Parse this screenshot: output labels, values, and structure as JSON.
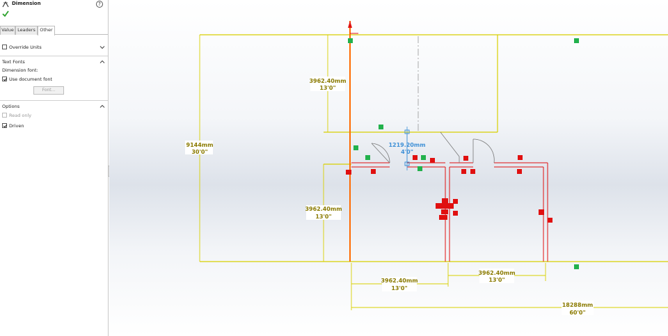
{
  "panel": {
    "title": "Dimension",
    "help_glyph": "?",
    "tabs": [
      "Value",
      "Leaders",
      "Other"
    ],
    "active_tab": "Other",
    "override_units": {
      "label": "Override Units",
      "checked": false
    },
    "text_fonts": {
      "header": "Text Fonts",
      "dimension_font_label": "Dimension font:",
      "use_document_font": {
        "label": "Use document font",
        "checked": true
      },
      "font_button": "Font..."
    },
    "options": {
      "header": "Options",
      "read_only": {
        "label": "Read only",
        "checked": false,
        "enabled": false
      },
      "driven": {
        "label": "Driven",
        "checked": true
      }
    }
  },
  "drawing": {
    "dimensions": {
      "overall_height": {
        "mm": "9144mm",
        "ft": "30'0\""
      },
      "upper_height": {
        "mm": "3962.40mm",
        "ft": "13'0\""
      },
      "lower_height": {
        "mm": "3962.40mm",
        "ft": "13'0\""
      },
      "door_width": {
        "mm": "1219.20mm",
        "ft": "4'0\""
      },
      "bottom_left": {
        "mm": "3962.40mm",
        "ft": "13'0\""
      },
      "bottom_right": {
        "mm": "3962.40mm",
        "ft": "13'0\""
      },
      "overall_width": {
        "mm": "18288mm",
        "ft": "60'0\""
      }
    },
    "colors": {
      "sketch_yellow": "#d8d000",
      "wall_red": "#e01010",
      "axis_orange": "#ff6a00",
      "selected_blue": "#3d8fd6",
      "relation_green": "#22b14c",
      "dimension_text": "#8a7a00"
    }
  }
}
